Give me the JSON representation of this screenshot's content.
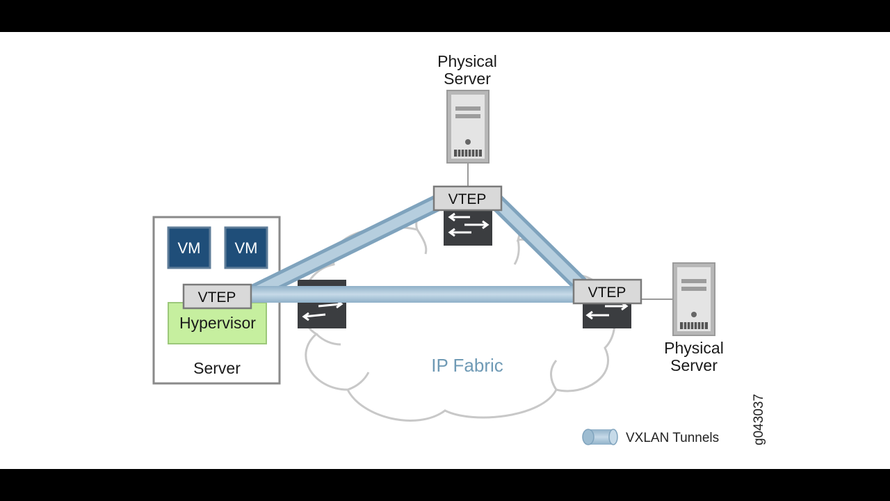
{
  "labels": {
    "physical_server_top": [
      "Physical",
      "Server"
    ],
    "physical_server_right": [
      "Physical",
      "Server"
    ],
    "vm_1": "VM",
    "vm_2": "VM",
    "vtep_left": "VTEP",
    "vtep_top": "VTEP",
    "vtep_right": "VTEP",
    "hypervisor": "Hypervisor",
    "server": "Server",
    "ip_fabric": "IP Fabric",
    "legend_vxlan": "VXLAN Tunnels",
    "figure_code": "g043037"
  },
  "colors": {
    "tunnel": "#a9c3d6",
    "tunnel_edge": "#7fa3bd",
    "vm_fill": "#1f4e79",
    "hypervisor_fill": "#c6ef9f",
    "vtep_fill": "#d9d9d9",
    "switch_fill": "#3b3d40",
    "cloud_stroke": "#c8c8c8",
    "fabric_text": "#6f9ab5"
  },
  "icons": {
    "switch": "switch-arrows-icon",
    "server": "tower-server-icon"
  }
}
